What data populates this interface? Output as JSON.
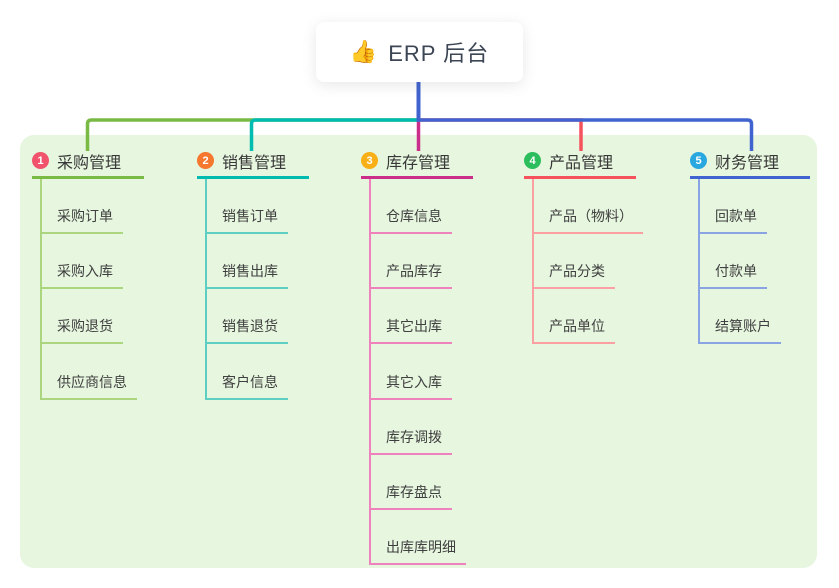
{
  "root": {
    "icon": "👍",
    "label": "ERP 后台"
  },
  "branches": [
    {
      "badge": "1",
      "label": "采购管理",
      "color": "#79ba45",
      "light_color": "#abd67f",
      "badge_color": "#f0536b",
      "children": [
        "采购订单",
        "采购入库",
        "采购退货",
        "供应商信息"
      ]
    },
    {
      "badge": "2",
      "label": "销售管理",
      "color": "#00bcb0",
      "light_color": "#5ecec3",
      "badge_color": "#f5782e",
      "children": [
        "销售订单",
        "销售出库",
        "销售退货",
        "客户信息"
      ]
    },
    {
      "badge": "3",
      "label": "库存管理",
      "color": "#cb2d8b",
      "light_color": "#ee82bd",
      "badge_color": "#f9b016",
      "children": [
        "仓库信息",
        "产品库存",
        "其它出库",
        "其它入库",
        "库存调拨",
        "库存盘点",
        "出库库明细"
      ]
    },
    {
      "badge": "4",
      "label": "产品管理",
      "color": "#f6525e",
      "light_color": "#fb9fa3",
      "badge_color": "#2cbe5d",
      "children": [
        "产品（物料）",
        "产品分类",
        "产品单位"
      ]
    },
    {
      "badge": "5",
      "label": "财务管理",
      "color": "#4163cf",
      "light_color": "#8aa3e2",
      "badge_color": "#29a8e0",
      "children": [
        "回款单",
        "付款单",
        "结算账户"
      ]
    }
  ],
  "colors": {
    "page_bg": "#ffffff",
    "canvas_bg": "#e7f6df",
    "root_node_bg": "#ffffff",
    "root_text": "#3c4554",
    "root_connector": "#4163cf",
    "title_text": "#383838",
    "child_text": "#3f3f3f"
  }
}
